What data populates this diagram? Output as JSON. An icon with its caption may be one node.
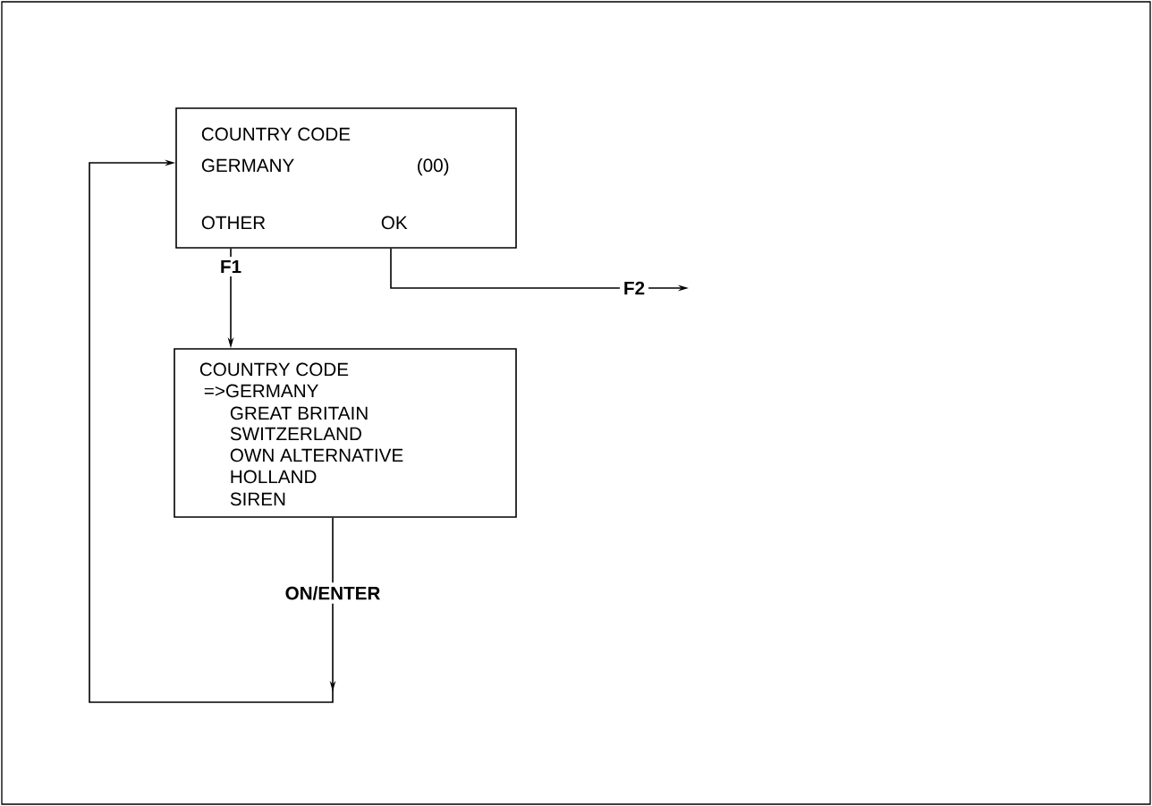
{
  "diagram": {
    "nodes": [
      {
        "text": [
          "COUNTRY CODE",
          "GERMANY",
          "(00)",
          "OTHER",
          "OK"
        ]
      },
      {
        "text": [
          "COUNTRY CODE",
          "=>GERMANY",
          "GREAT BRITAIN",
          "SWITZERLAND",
          "OWN ALTERNATIVE",
          "HOLLAND",
          "SIREN"
        ]
      }
    ],
    "edges": [
      {
        "from": 0,
        "to": 1,
        "arrow": "to",
        "label": "F1"
      },
      {
        "from": 0,
        "to": null,
        "arrow": "to",
        "label": "F2"
      },
      {
        "from": 1,
        "to": 0,
        "arrow": "to",
        "label": "ON/ENTER"
      }
    ]
  }
}
